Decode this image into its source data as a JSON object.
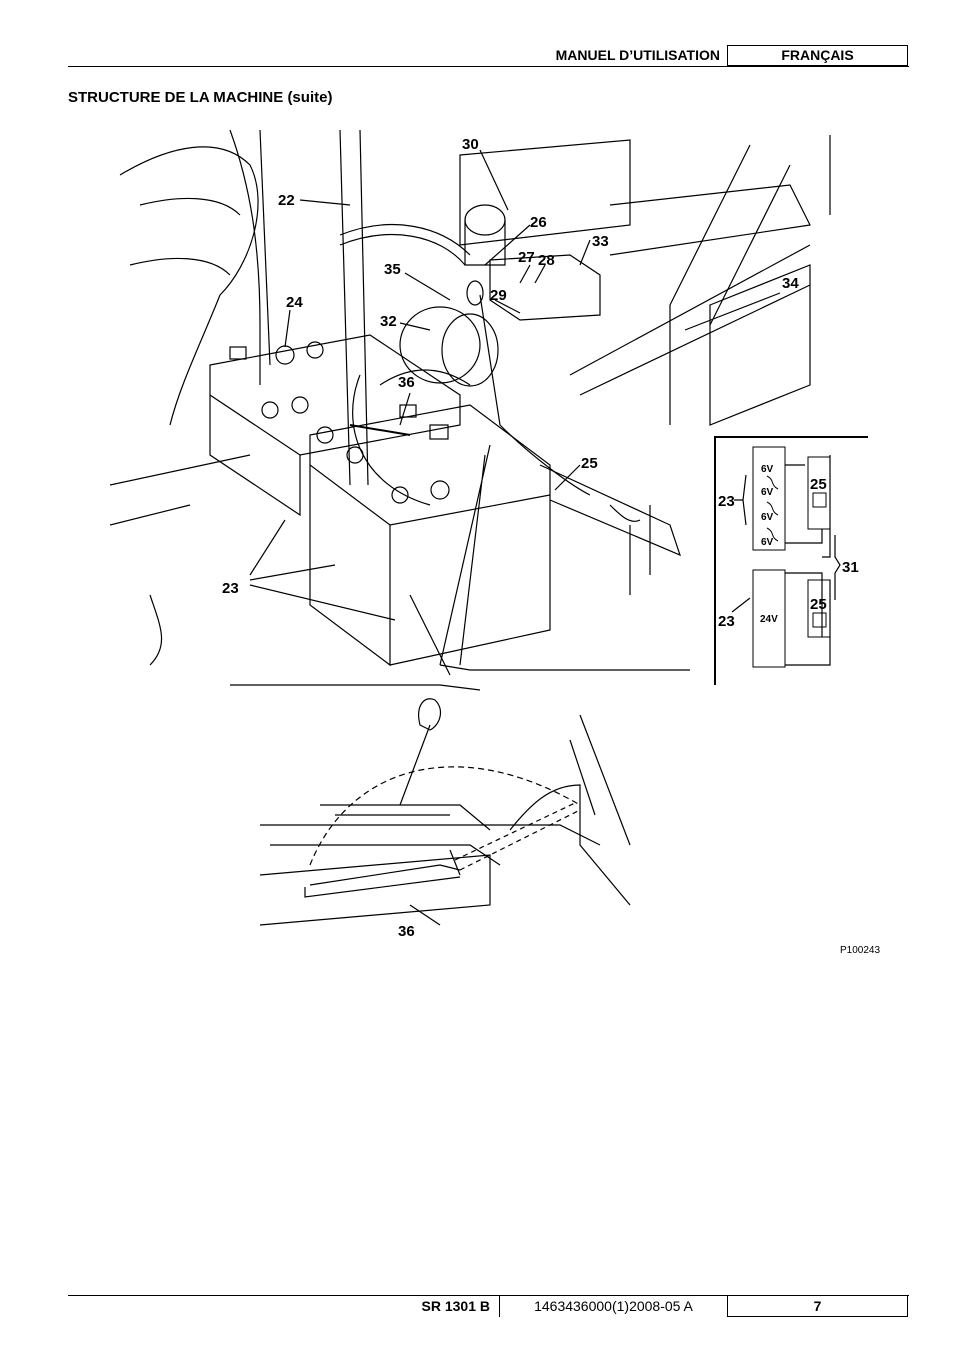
{
  "header": {
    "manual_title": "MANUEL D’UTILISATION",
    "language": "FRANÇAIS"
  },
  "section": {
    "title": "STRUCTURE DE LA MACHINE (suite)"
  },
  "figure": {
    "reference": "P100243",
    "callouts": {
      "c22": "22",
      "c23a": "23",
      "c24": "24",
      "c25a": "25",
      "c26": "26",
      "c27": "27",
      "c28": "28",
      "c29": "29",
      "c30": "30",
      "c32": "32",
      "c33": "33",
      "c34": "34",
      "c35": "35",
      "c36a": "36",
      "c36b": "36"
    },
    "wiring": {
      "callout_23_six": "23",
      "callout_25_six": "25",
      "callout_23_single": "23",
      "callout_25_single": "25",
      "callout_31": "31",
      "battery_6v": [
        "6V",
        "6V",
        "6V",
        "6V"
      ],
      "battery_24v": "24V"
    }
  },
  "footer": {
    "model": "SR 1301 B",
    "doc_code": "1463436000(1)2008-05 A",
    "page": "7"
  }
}
